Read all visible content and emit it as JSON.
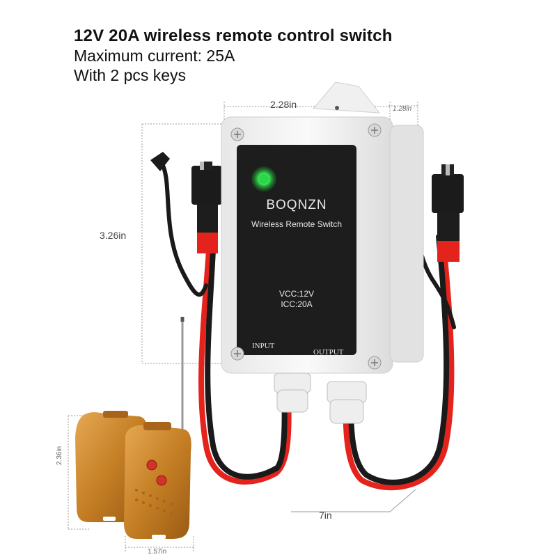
{
  "headline": {
    "title": "12V 20A wireless remote control switch",
    "line2": "Maximum current: 25A",
    "line3": "With 2 pcs keys"
  },
  "dimensions": {
    "width": "2.28in",
    "depth": "1.28in",
    "height": "3.26in",
    "cable": "7in",
    "remote_height": "2.36in",
    "remote_width": "1.57in"
  },
  "device": {
    "brand": "BOQNZN",
    "subtitle": "Wireless Remote Switch",
    "vcc": "VCC:12V",
    "icc": "ICC:20A",
    "input_label": "INPUT",
    "output_label": "OUTPUT",
    "led_color": "#2bd64a",
    "panel_color": "#1d1d1d",
    "body_color": "#f2f2f2"
  },
  "cable_colors": {
    "red": "#e3231c",
    "black": "#1a1a1a"
  },
  "remote_color": "#d08a2c"
}
